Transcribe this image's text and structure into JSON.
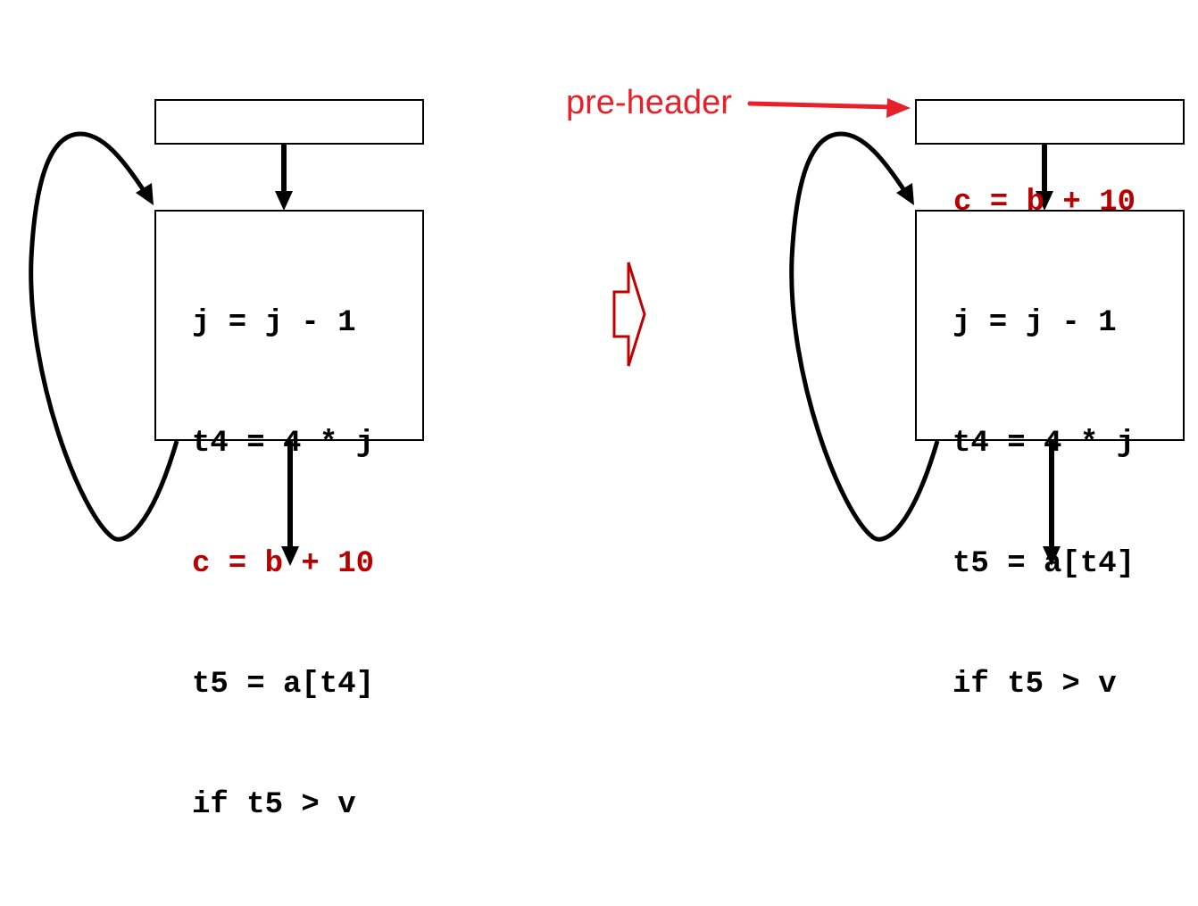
{
  "colors": {
    "highlight": "#b80000",
    "preheader_label": "#e8202a",
    "edge": "#000000",
    "transform_arrow": "#c00000"
  },
  "left": {
    "header_block": "",
    "loop_block": {
      "lines": [
        {
          "text": "j = j - 1",
          "highlight": false
        },
        {
          "text": "t4 = 4 * j",
          "highlight": false
        },
        {
          "text": "c = b + 10",
          "highlight": true
        },
        {
          "text": "t5 = a[t4]",
          "highlight": false
        },
        {
          "text": "if t5 > v",
          "highlight": false
        }
      ]
    }
  },
  "transform_arrow": "right-hollow-arrow",
  "right": {
    "preheader_label": "pre-header",
    "preheader_block": {
      "text": "c = b + 10"
    },
    "loop_block": {
      "lines": [
        {
          "text": "j = j - 1",
          "highlight": false
        },
        {
          "text": "t4 = 4 * j",
          "highlight": false
        },
        {
          "text": "t5 = a[t4]",
          "highlight": false
        },
        {
          "text": "if t5 > v",
          "highlight": false
        }
      ]
    }
  }
}
